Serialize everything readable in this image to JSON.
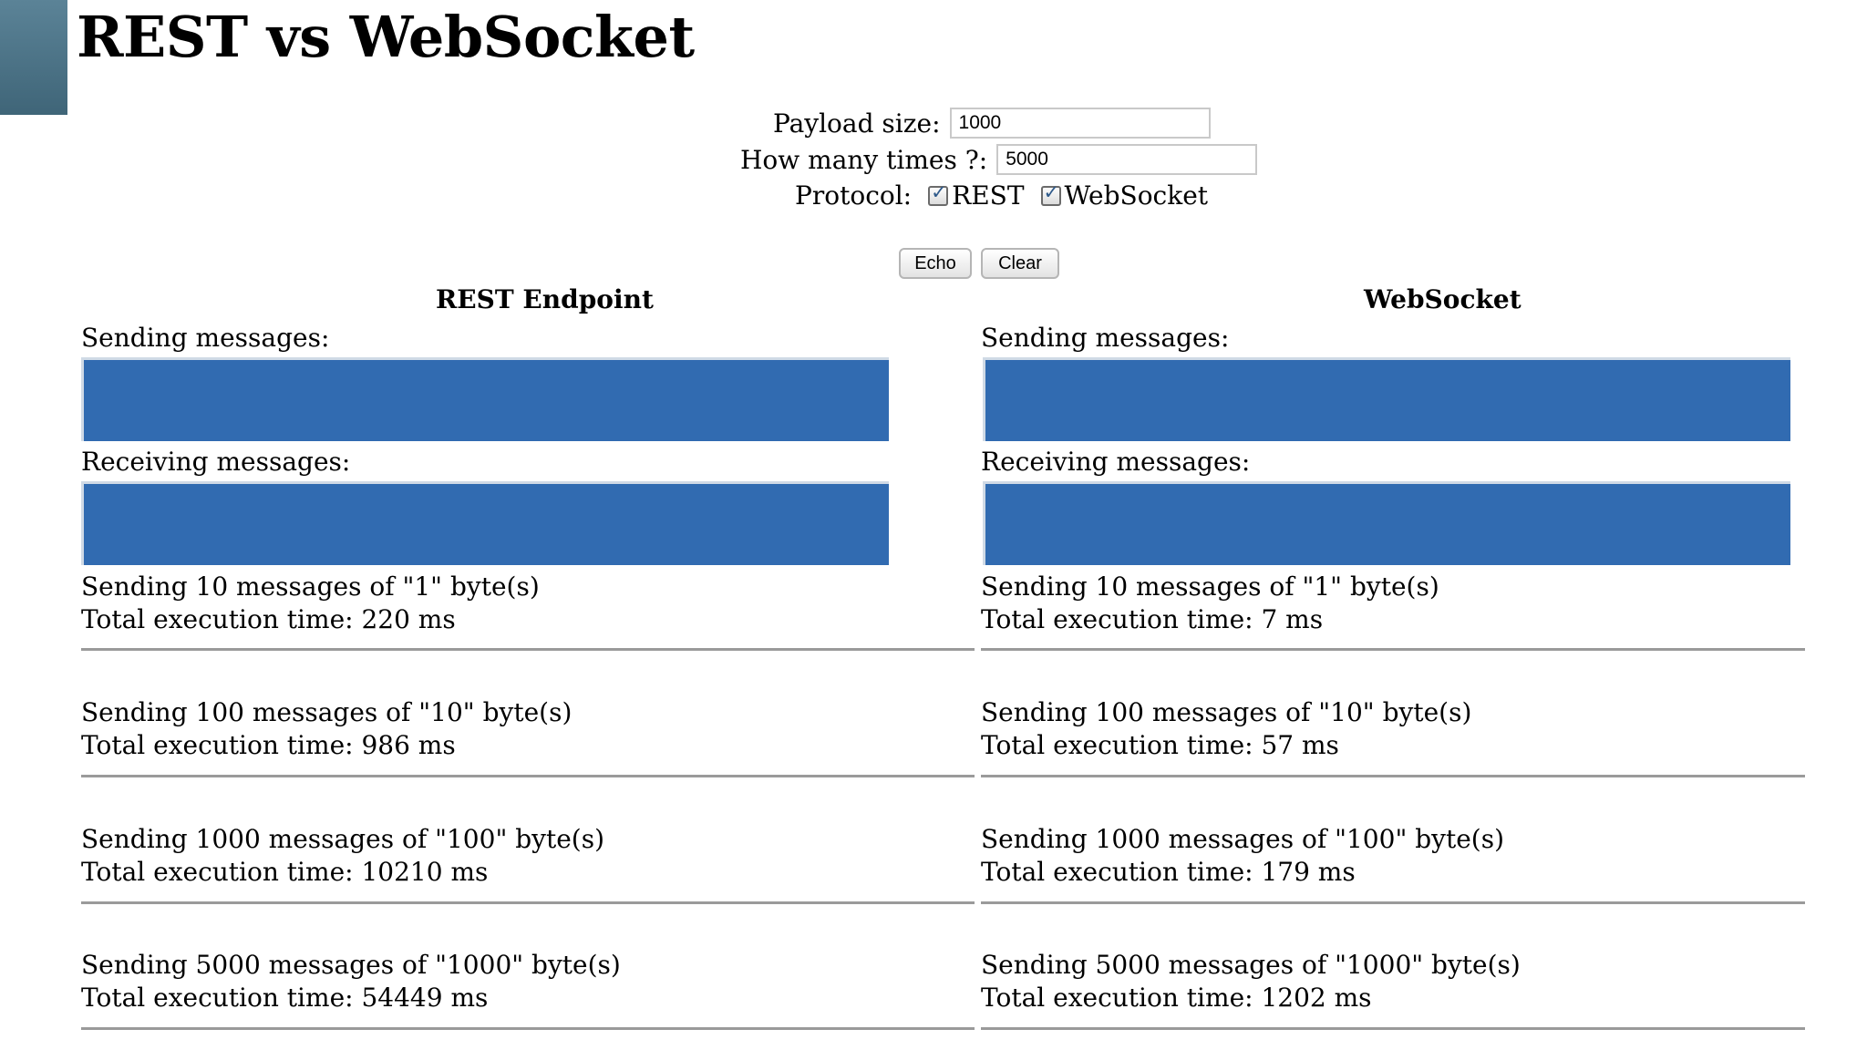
{
  "page": {
    "title": "REST vs WebSocket"
  },
  "form": {
    "payload_label": "Payload size:",
    "payload_value": "1000",
    "times_label": "How many times ?:",
    "times_value": "5000",
    "protocol_label": "Protocol:",
    "rest_label": "REST",
    "websocket_label": "WebSocket"
  },
  "buttons": {
    "echo": "Echo",
    "clear": "Clear"
  },
  "rest": {
    "heading": "REST Endpoint",
    "sending_label": "Sending messages:",
    "receiving_label": "Receiving messages:",
    "sending_progress": 1.0,
    "receiving_progress": 1.0,
    "results": [
      {
        "line1": "Sending 10 messages of \"1\" byte(s)",
        "line2": "Total execution time: 220 ms"
      },
      {
        "line1": "Sending 100 messages of \"10\" byte(s)",
        "line2": "Total execution time: 986 ms"
      },
      {
        "line1": "Sending 1000 messages of \"100\" byte(s)",
        "line2": "Total execution time: 10210 ms"
      },
      {
        "line1": "Sending 5000 messages of \"1000\" byte(s)",
        "line2": "Total execution time: 54449 ms"
      }
    ]
  },
  "ws": {
    "heading": "WebSocket",
    "sending_label": "Sending messages:",
    "receiving_label": "Receiving messages:",
    "sending_progress": 1.0,
    "receiving_progress": 1.0,
    "results": [
      {
        "line1": "Sending 10 messages of \"1\" byte(s)",
        "line2": "Total execution time: 7 ms"
      },
      {
        "line1": "Sending 100 messages of \"10\" byte(s)",
        "line2": "Total execution time: 57 ms"
      },
      {
        "line1": "Sending 1000 messages of \"100\" byte(s)",
        "line2": "Total execution time: 179 ms"
      },
      {
        "line1": "Sending 5000 messages of \"1000\" byte(s)",
        "line2": "Total execution time: 1202 ms"
      }
    ]
  },
  "colors": {
    "progress": "#316bb1",
    "accent": "#5b8397"
  }
}
